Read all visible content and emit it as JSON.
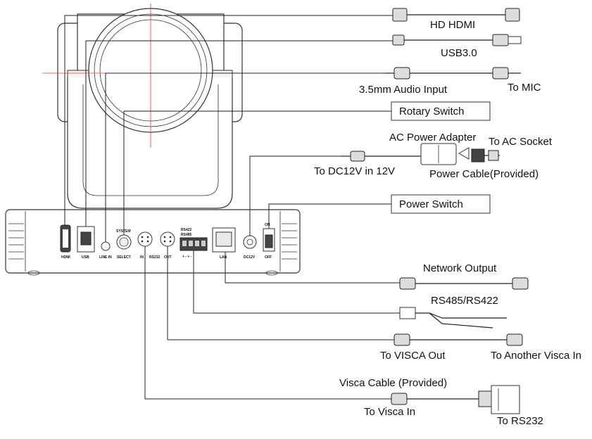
{
  "callouts": {
    "hd_hdmi": "HD HDMI",
    "usb30": "USB3.0",
    "audio_input": "3.5mm Audio Input",
    "to_mic": "To MIC",
    "rotary_switch": "Rotary Switch",
    "ac_power_adapter": "AC Power Adapter",
    "to_ac_socket": "To AC Socket",
    "to_dc12v": "To DC12V in 12V",
    "power_cable": "Power Cable(Provided)",
    "power_switch": "Power Switch",
    "network_output": "Network Output",
    "rs485_rs422": "RS485/RS422",
    "to_visca_out": "To VISCA Out",
    "to_another_visca_in": "To Another Visca In",
    "visca_cable": "Visca Cable (Provided)",
    "to_visca_in": "To Visca In",
    "to_rs232": "To RS232"
  },
  "panel_labels": {
    "hdmi": "HDMI",
    "usb": "USB",
    "line_in": "LINE IN",
    "select": "SELECT",
    "system": "SYSTEM",
    "in": "IN",
    "rs232": "RS232",
    "out": "OUT",
    "rs422": "RS422",
    "rs485": "RS485",
    "lan": "LAN",
    "dc12v": "DC12V",
    "on": "ON",
    "off": "OFF",
    "terminal_signs": "+ - + -"
  },
  "colors": {
    "lines": "#222222",
    "construction": "#e23a3a",
    "fill": "#e9e9e9"
  }
}
